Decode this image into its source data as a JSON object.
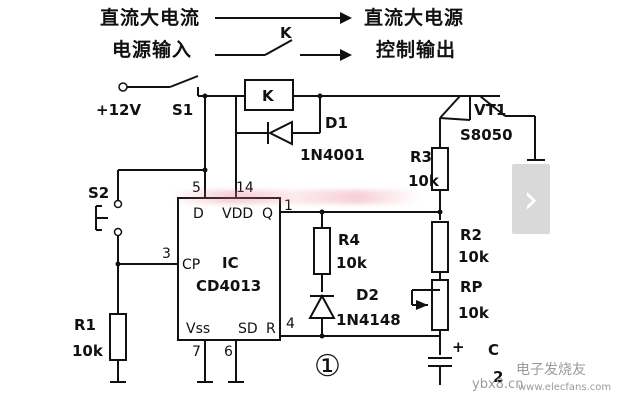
{
  "header": {
    "left_line1": "直流大电流",
    "left_line2": "电源输入",
    "relay_label": "K",
    "right_line1": "直流大电源",
    "right_line2": "控制输出"
  },
  "power": {
    "supply": "+12V",
    "switch": "S1"
  },
  "relay": {
    "label": "K"
  },
  "diode_d1": {
    "name": "D1",
    "part": "1N4001"
  },
  "transistor": {
    "name": "VT1",
    "part": "S8050"
  },
  "r3": {
    "name": "R3",
    "value": "10k"
  },
  "r2": {
    "name": "R2",
    "value": "10k"
  },
  "rp": {
    "name": "RP",
    "value": "10k"
  },
  "r4": {
    "name": "R4",
    "value": "10k"
  },
  "d2": {
    "name": "D2",
    "part": "1N4148"
  },
  "r1": {
    "name": "R1",
    "value": "10k"
  },
  "s2": {
    "name": "S2"
  },
  "capacitor": {
    "name": "C",
    "plus": "+",
    "value_fragment": "2"
  },
  "ic": {
    "name": "IC",
    "part": "CD4013",
    "pin_cp": "CP",
    "pin_vdd": "VDD",
    "pin_q": "Q",
    "pin_d": "D",
    "pin_vss": "Vss",
    "pin_sd": "SD",
    "pin_r": "R",
    "pin3": "3",
    "pin4": "4",
    "pin5": "5",
    "pin6": "6",
    "pin7": "7",
    "pin14": "14",
    "pin1": "1"
  },
  "figure_number": "①",
  "watermark": {
    "cn": "电子发烧友",
    "url": "www.elecfans.com",
    "site": "ybx8.cn"
  },
  "nav": {
    "next_icon": "chevron-right-icon"
  }
}
